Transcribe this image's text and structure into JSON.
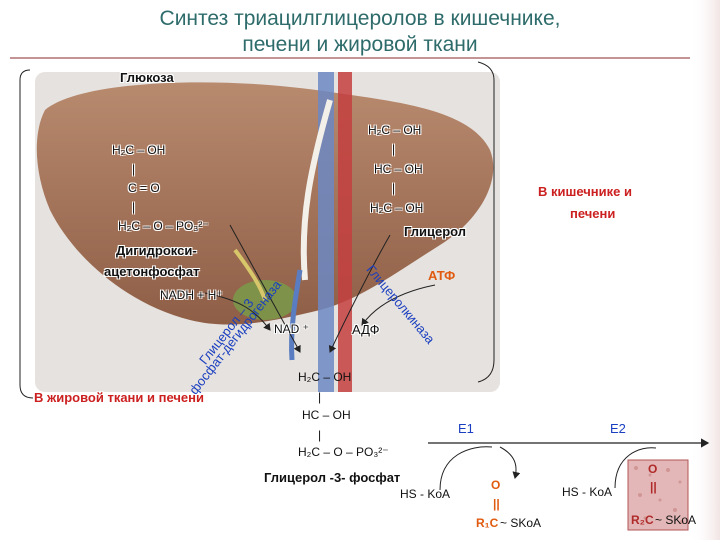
{
  "title": {
    "line1": "Синтез триацилглицеролов в кишечнике,",
    "line2": "печени и жировой ткани"
  },
  "labels": {
    "glucose": "Глюкоза",
    "dhap_name_1": "Дигидрокси-",
    "dhap_name_2": "ацетонфосфат",
    "glycerol": "Глицерол",
    "g3p_name": "Глицерол -3- фосфат",
    "region_intestine_liver_1": "В кишечнике и",
    "region_intestine_liver_2": "печени",
    "region_fat_liver": "В жировой ткани и печени"
  },
  "dhap": {
    "r1": "H₂C – OH",
    "r2": "|",
    "r3": "C = O",
    "r4": "|",
    "r5": "H₂C – O – PO₃²⁻"
  },
  "glycerol_struct": {
    "r1": "H₂C – OH",
    "r2": "|",
    "r3": "HC – OH",
    "r4": "|",
    "r5": "H₂C – OH"
  },
  "g3p": {
    "r1": "H₂C – OH",
    "r2": "|",
    "r3": "HC – OH",
    "r4": "|",
    "r5": "H₂C – O – PO₃²⁻"
  },
  "cofactors": {
    "nadh": "NADH + H⁺",
    "nad": "NAD ⁺",
    "atp": "АТФ",
    "adp": "АДФ"
  },
  "enzymes": {
    "dehydrogenase_1": "Глицерол – 3",
    "dehydrogenase_2": "фосфат-дегидрогеназа",
    "kinase": "Глицеролкиназа"
  },
  "steps": {
    "e1": "E1",
    "e2": "E2",
    "hs_koa_1": "HS - KoA",
    "hs_koa_2": "HS - KoA",
    "acyl1_o": "O",
    "acyl1_bond": "||",
    "acyl1_r": "R₁C",
    "acyl1_tail": "~ SKoA",
    "acyl2_o": "O",
    "acyl2_bond": "||",
    "acyl2_r": "R₂C",
    "acyl2_tail": "~ SKoA"
  },
  "colors": {
    "title": "#2e6b6b",
    "region_label": "#cc2020",
    "enzyme": "#1a3fc0",
    "atp": "#e05a10",
    "acyl": "#e05a10"
  }
}
